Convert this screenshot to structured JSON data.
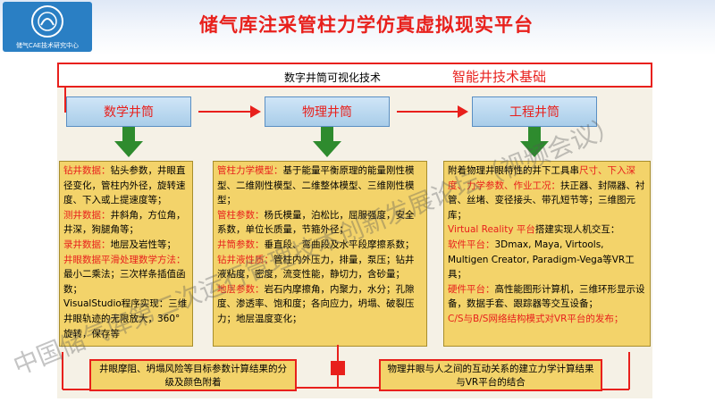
{
  "logo": {
    "text": "储气CAE技术研究中心"
  },
  "title": "储气库注采管柱力学仿真虚拟现实平台",
  "banner": {
    "left": "数字井筒可视化技术",
    "right": "智能井技术基础"
  },
  "stages": [
    "数学井筒",
    "物理井筒",
    "工程井筒"
  ],
  "panels": {
    "math": [
      {
        "h": "钻井数据：",
        "t": "钻头参数，井眼直径变化，管柱内外径，旋转速度、下入或上提速度等；"
      },
      {
        "h": "测井数据：",
        "t": "井斜角，方位角，井深，狗腿角等；"
      },
      {
        "h": "录井数据：",
        "t": "地层及岩性等；"
      },
      {
        "h": "井眼数据平滑处理数学方法：",
        "t": "最小二乘法；三次样条插值函数；"
      },
      {
        "h": "",
        "t": "VisualStudio程序实现：三维井眼轨迹的无限放大，360°旋转，保存等"
      }
    ],
    "physics": [
      {
        "h": "管柱力学模型：",
        "t": "基于能量平衡原理的能量刚性模型、二维刚性模型、二维整体模型、三维刚性模型；"
      },
      {
        "h": "管柱参数：",
        "t": "杨氏模量，泊松比，屈服强度，安全系数，单位长质量，节箍外径；"
      },
      {
        "h": "井筒参数：",
        "t": "垂直段、弯曲段及水平段摩擦系数；"
      },
      {
        "h": "钻井液性质：",
        "t": "管柱内外压力，排量，泵压；钻井液粘度，密度，流变性能，静切力，含砂量；"
      },
      {
        "h": "地层参数：",
        "t": "岩石内摩擦角，内聚力，水分；孔隙度、渗透率、饱和度；各向应力，坍塌、破裂压力；地层温度变化；"
      }
    ],
    "engineering": [
      {
        "h": "",
        "t": "附着物理井眼特性的井下工具串",
        "r": "尺寸、下入深度、力学参数、作业工况：",
        "t2": "扶正器、封隔器、衬管、丝堵、变径接头、带孔短节等；三维图元库；"
      },
      {
        "h": "Virtual Reality 平台",
        "t": "搭建实现人机交互："
      },
      {
        "h": "软件平台：",
        "t": "3Dmax, Maya, Virtools, Multigen Creator, Paradigm-Vega等VR工具；"
      },
      {
        "h": "硬件平台：",
        "t": "高性能图形计算机，三维环形显示设备，数据手套、跟踪器等交互设备；"
      },
      {
        "h": "C/S与B/S网络结构模式对VR平台的发布；",
        "t": ""
      }
    ]
  },
  "bottom": {
    "left": "井眼摩阻、坍塌风险等目标参数计算结果的分级及颜色附着",
    "right": "物理井眼与人之间的互动关系的建立力学计算结果与VR平台的结合"
  },
  "watermark": "中国储气库第二次运行管理技术创新发展论坛（视频会议）",
  "colors": {
    "accent": "#e8201c",
    "panel": "#f3d36a",
    "stage": "#a9cde9",
    "arrow": "#2e8b2e"
  }
}
